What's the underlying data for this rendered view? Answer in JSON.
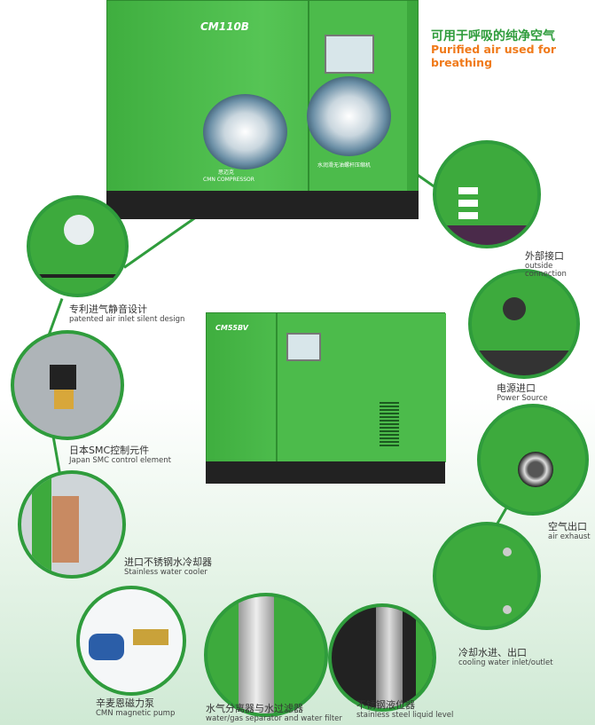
{
  "headline": {
    "cn": "可用于呼吸的纯净空气",
    "en": "Purified air used for breathing",
    "cn_color": "#2f9c3c",
    "en_color": "#f07a1a"
  },
  "main_machine": {
    "model": "CM110B",
    "brand_cn": "思迈克",
    "brand_en": "CMN COMPRESSOR",
    "panel_text": "水润滑无油螺杆压缩机"
  },
  "second_machine": {
    "model": "CM55BV"
  },
  "features": [
    {
      "cn": "专利进气静音设计",
      "en": "patented air inlet silent design"
    },
    {
      "cn": "日本SMC控制元件",
      "en": "Japan SMC control element"
    },
    {
      "cn": "进口不锈钢水冷却器",
      "en": "Stainless water cooler"
    },
    {
      "cn": "辛麦恩磁力泵",
      "en": "CMN magnetic pump"
    },
    {
      "cn": "水气分离器与水过滤器",
      "en": "water/gas separator and water filter"
    },
    {
      "cn": "不锈钢液位器",
      "en": "stainless steel liquid level"
    },
    {
      "cn": "冷却水进、出口",
      "en": "cooling water inlet/outlet"
    },
    {
      "cn": "空气出口",
      "en": "air exhaust"
    },
    {
      "cn": "电源进口",
      "en": "Power Source"
    },
    {
      "cn": "外部接口",
      "en": "outside connection"
    }
  ],
  "accent": "#2f9c3c"
}
